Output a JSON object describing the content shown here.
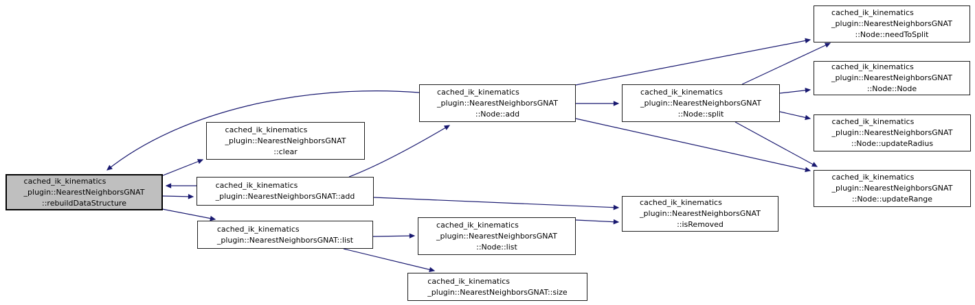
{
  "diagram": {
    "kind": "call-graph",
    "colors": {
      "background": "#ffffff",
      "edge": "#191970",
      "node_border": "#1c1c1c",
      "node_fill": "#ffffff",
      "highlight_fill": "#bfbfbf",
      "text": "#000000"
    },
    "nodes": [
      {
        "id": "rebuild",
        "highlighted": true,
        "lines": [
          "cached_ik_kinematics",
          "_plugin::NearestNeighborsGNAT",
          "::rebuildDataStructure"
        ]
      },
      {
        "id": "clear",
        "highlighted": false,
        "lines": [
          "cached_ik_kinematics",
          "_plugin::NearestNeighborsGNAT",
          "::clear"
        ]
      },
      {
        "id": "add",
        "highlighted": false,
        "lines": [
          "cached_ik_kinematics",
          "_plugin::NearestNeighborsGNAT::add"
        ]
      },
      {
        "id": "list",
        "highlighted": false,
        "lines": [
          "cached_ik_kinematics",
          "_plugin::NearestNeighborsGNAT::list"
        ]
      },
      {
        "id": "node-add",
        "highlighted": false,
        "lines": [
          "cached_ik_kinematics",
          "_plugin::NearestNeighborsGNAT",
          "::Node::add"
        ]
      },
      {
        "id": "node-split",
        "highlighted": false,
        "lines": [
          "cached_ik_kinematics",
          "_plugin::NearestNeighborsGNAT",
          "::Node::split"
        ]
      },
      {
        "id": "need-to-split",
        "highlighted": false,
        "lines": [
          "cached_ik_kinematics",
          "_plugin::NearestNeighborsGNAT",
          "::Node::needToSplit"
        ]
      },
      {
        "id": "node-node",
        "highlighted": false,
        "lines": [
          "cached_ik_kinematics",
          "_plugin::NearestNeighborsGNAT",
          "::Node::Node"
        ]
      },
      {
        "id": "update-radius",
        "highlighted": false,
        "lines": [
          "cached_ik_kinematics",
          "_plugin::NearestNeighborsGNAT",
          "::Node::updateRadius"
        ]
      },
      {
        "id": "update-range",
        "highlighted": false,
        "lines": [
          "cached_ik_kinematics",
          "_plugin::NearestNeighborsGNAT",
          "::Node::updateRange"
        ]
      },
      {
        "id": "is-removed",
        "highlighted": false,
        "lines": [
          "cached_ik_kinematics",
          "_plugin::NearestNeighborsGNAT",
          "::isRemoved"
        ]
      },
      {
        "id": "node-list",
        "highlighted": false,
        "lines": [
          "cached_ik_kinematics",
          "_plugin::NearestNeighborsGNAT",
          "::Node::list"
        ]
      },
      {
        "id": "size",
        "highlighted": false,
        "lines": [
          "cached_ik_kinematics",
          "_plugin::NearestNeighborsGNAT::size"
        ]
      }
    ],
    "edges": [
      {
        "from": "rebuild",
        "to": "clear"
      },
      {
        "from": "rebuild",
        "to": "add"
      },
      {
        "from": "rebuild",
        "to": "list"
      },
      {
        "from": "add",
        "to": "rebuild"
      },
      {
        "from": "add",
        "to": "node-add"
      },
      {
        "from": "add",
        "to": "is-removed"
      },
      {
        "from": "node-add",
        "to": "rebuild"
      },
      {
        "from": "node-add",
        "to": "need-to-split"
      },
      {
        "from": "node-add",
        "to": "node-split"
      },
      {
        "from": "node-add",
        "to": "update-range"
      },
      {
        "from": "node-split",
        "to": "need-to-split"
      },
      {
        "from": "node-split",
        "to": "node-node"
      },
      {
        "from": "node-split",
        "to": "update-radius"
      },
      {
        "from": "node-split",
        "to": "update-range"
      },
      {
        "from": "list",
        "to": "node-list"
      },
      {
        "from": "list",
        "to": "size"
      },
      {
        "from": "node-list",
        "to": "is-removed"
      }
    ]
  }
}
